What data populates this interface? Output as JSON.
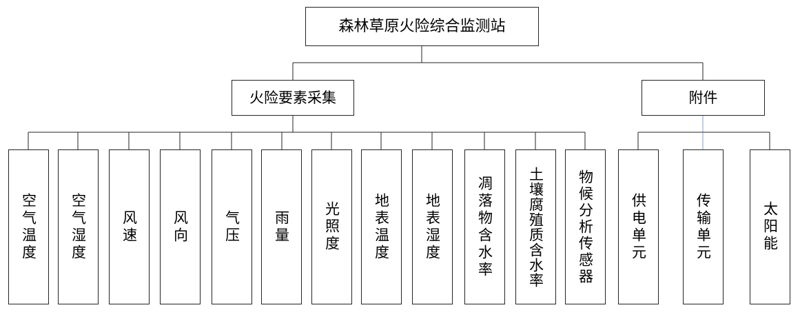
{
  "root": {
    "label": "森林草原火险综合监测站"
  },
  "groups": [
    {
      "label": "火险要素采集"
    },
    {
      "label": "附件"
    }
  ],
  "fire_factors": [
    {
      "label": "空气温度"
    },
    {
      "label": "空气湿度"
    },
    {
      "label": "风速"
    },
    {
      "label": "风向"
    },
    {
      "label": "气压"
    },
    {
      "label": "雨量"
    },
    {
      "label": "光照度"
    },
    {
      "label": "地表温度"
    },
    {
      "label": "地表湿度"
    },
    {
      "label": "凋落物含水率"
    },
    {
      "label": "土壤腐殖质含水率"
    },
    {
      "label": "物候分析传感器"
    }
  ],
  "accessories": [
    {
      "label": "供电单元"
    },
    {
      "label": "传输单元"
    },
    {
      "label": "太阳能"
    }
  ],
  "colors": {
    "line": "#222222",
    "accent_line": "#7f9fc8",
    "background": "#ffffff"
  }
}
